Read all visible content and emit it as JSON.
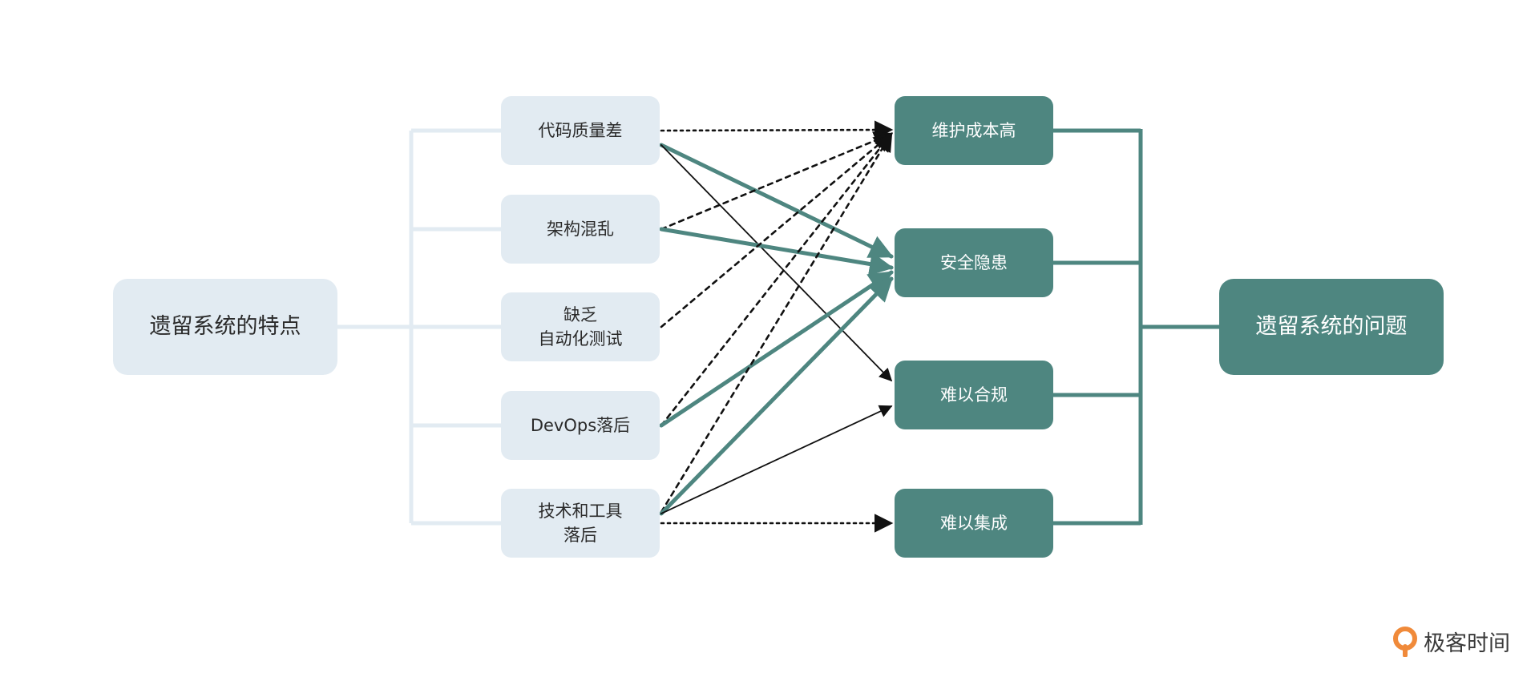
{
  "left_root": {
    "label": "遗留系统的特点"
  },
  "right_root": {
    "label": "遗留系统的问题"
  },
  "causes": [
    {
      "id": "c1",
      "label": "代码质量差"
    },
    {
      "id": "c2",
      "label": "架构混乱"
    },
    {
      "id": "c3",
      "label": "缺乏\n自动化测试"
    },
    {
      "id": "c4",
      "label": "DevOps落后"
    },
    {
      "id": "c5",
      "label": "技术和工具\n落后"
    }
  ],
  "problems": [
    {
      "id": "p1",
      "label": "维护成本高"
    },
    {
      "id": "p2",
      "label": "安全隐患"
    },
    {
      "id": "p3",
      "label": "难以合规"
    },
    {
      "id": "p4",
      "label": "难以集成"
    }
  ],
  "links": [
    {
      "from": "c1",
      "to": "p1",
      "style": "dotted"
    },
    {
      "from": "c1",
      "to": "p2",
      "style": "thick"
    },
    {
      "from": "c1",
      "to": "p3",
      "style": "thin"
    },
    {
      "from": "c2",
      "to": "p1",
      "style": "dashed"
    },
    {
      "from": "c2",
      "to": "p2",
      "style": "thick"
    },
    {
      "from": "c3",
      "to": "p1",
      "style": "dashed"
    },
    {
      "from": "c4",
      "to": "p1",
      "style": "dashed"
    },
    {
      "from": "c4",
      "to": "p2",
      "style": "thick"
    },
    {
      "from": "c5",
      "to": "p1",
      "style": "dashed"
    },
    {
      "from": "c5",
      "to": "p2",
      "style": "thick"
    },
    {
      "from": "c5",
      "to": "p3",
      "style": "thin"
    },
    {
      "from": "c5",
      "to": "p4",
      "style": "dotted"
    }
  ],
  "colors": {
    "cause_fill": "#e2ebf2",
    "problem_fill": "#4e8680",
    "thick_link": "#4e8680",
    "thin_link": "#111111",
    "left_bracket": "#e2ebf2",
    "right_bracket": "#4e8680",
    "logo_accent": "#f08a3a"
  },
  "brand": {
    "name": "极客时间",
    "logo_icon": "geektime-logo-icon"
  }
}
